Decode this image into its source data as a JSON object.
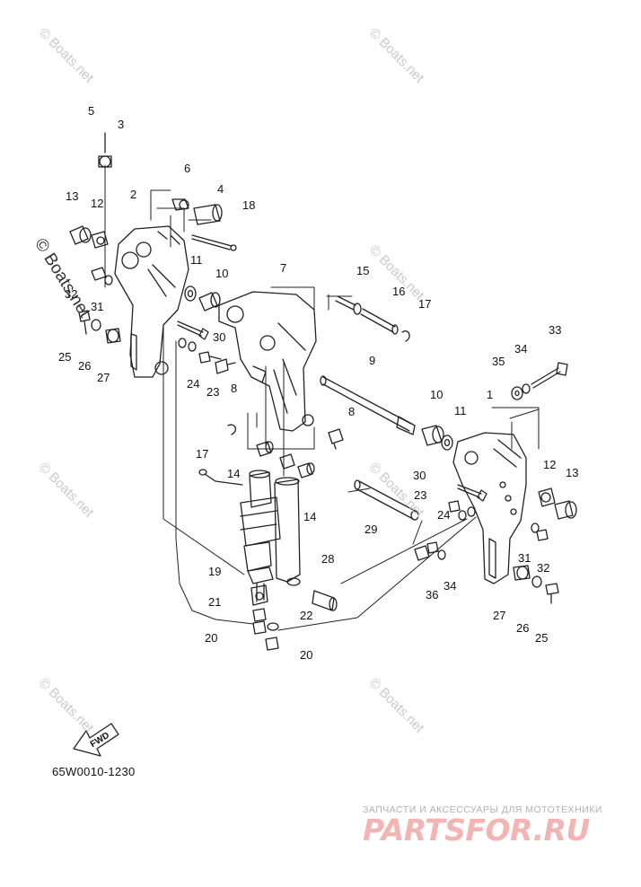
{
  "watermark": {
    "text": "© Boats.net",
    "large_text": "© Boats.net"
  },
  "diagram": {
    "code": "65W0010-1230",
    "fwd_label": "FWD"
  },
  "promo": {
    "subtitle": "ЗАПЧАСТИ И АКСЕССУАРЫ ДЛЯ МОТОТЕХНИКИ",
    "logo": "PARTSFOR.RU"
  },
  "callouts": [
    {
      "id": "c-5a",
      "text": "5"
    },
    {
      "id": "c-3a",
      "text": "3"
    },
    {
      "id": "c-6",
      "text": "6"
    },
    {
      "id": "c-4",
      "text": "4"
    },
    {
      "id": "c-13a",
      "text": "13"
    },
    {
      "id": "c-12a",
      "text": "12"
    },
    {
      "id": "c-2",
      "text": "2"
    },
    {
      "id": "c-18",
      "text": "18"
    },
    {
      "id": "c-11a",
      "text": "11"
    },
    {
      "id": "c-10a",
      "text": "10"
    },
    {
      "id": "c-7",
      "text": "7"
    },
    {
      "id": "c-15",
      "text": "15"
    },
    {
      "id": "c-16",
      "text": "16"
    },
    {
      "id": "c-17a",
      "text": "17"
    },
    {
      "id": "c-32a",
      "text": "32"
    },
    {
      "id": "c-31a",
      "text": "31"
    },
    {
      "id": "c-25a",
      "text": "25"
    },
    {
      "id": "c-26a",
      "text": "26"
    },
    {
      "id": "c-27a",
      "text": "27"
    },
    {
      "id": "c-30a",
      "text": "30"
    },
    {
      "id": "c-24a",
      "text": "24"
    },
    {
      "id": "c-23a",
      "text": "23"
    },
    {
      "id": "c-8a",
      "text": "8"
    },
    {
      "id": "c-33",
      "text": "33"
    },
    {
      "id": "c-34a",
      "text": "34"
    },
    {
      "id": "c-35",
      "text": "35"
    },
    {
      "id": "c-9",
      "text": "9"
    },
    {
      "id": "c-1",
      "text": "1"
    },
    {
      "id": "c-10b",
      "text": "10"
    },
    {
      "id": "c-11b",
      "text": "11"
    },
    {
      "id": "c-8b",
      "text": "8"
    },
    {
      "id": "c-17b",
      "text": "17"
    },
    {
      "id": "c-14a",
      "text": "14"
    },
    {
      "id": "c-14b",
      "text": "14"
    },
    {
      "id": "c-30b",
      "text": "30"
    },
    {
      "id": "c-23b",
      "text": "23"
    },
    {
      "id": "c-24b",
      "text": "24"
    },
    {
      "id": "c-29",
      "text": "29"
    },
    {
      "id": "c-12b",
      "text": "12"
    },
    {
      "id": "c-13b",
      "text": "13"
    },
    {
      "id": "c-31b",
      "text": "31"
    },
    {
      "id": "c-32b",
      "text": "32"
    },
    {
      "id": "c-36",
      "text": "36"
    },
    {
      "id": "c-34b",
      "text": "34"
    },
    {
      "id": "c-28",
      "text": "28"
    },
    {
      "id": "c-19",
      "text": "19"
    },
    {
      "id": "c-21",
      "text": "21"
    },
    {
      "id": "c-22",
      "text": "22"
    },
    {
      "id": "c-20a",
      "text": "20"
    },
    {
      "id": "c-20b",
      "text": "20"
    },
    {
      "id": "c-27b",
      "text": "27"
    },
    {
      "id": "c-26b",
      "text": "26"
    },
    {
      "id": "c-25b",
      "text": "25"
    }
  ]
}
